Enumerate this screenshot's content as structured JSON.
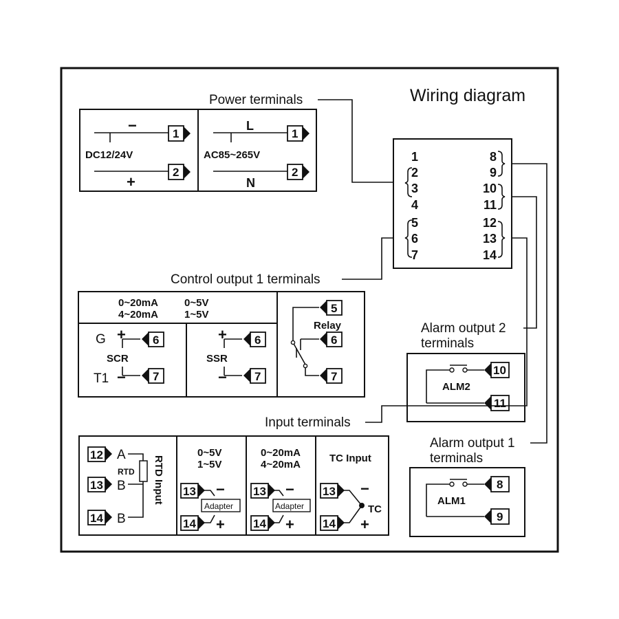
{
  "title": "Wiring diagram",
  "labels": {
    "power_terminals": "Power terminals",
    "control_output_1": "Control output 1 terminals",
    "input_terminals": "Input terminals",
    "alarm_output_2_line1": "Alarm output 2",
    "alarm_output_2_line2": "terminals",
    "alarm_output_1_line1": "Alarm output 1",
    "alarm_output_1_line2": "terminals"
  },
  "power": {
    "dc_label": "DC12/24V",
    "dc_minus": "−",
    "dc_plus": "+",
    "ac_label": "AC85~265V",
    "ac_l": "L",
    "ac_n": "N",
    "t1": "1",
    "t2": "2"
  },
  "terminal_block": {
    "left": [
      "1",
      "2",
      "3",
      "4",
      "5",
      "6",
      "7"
    ],
    "right": [
      "8",
      "9",
      "10",
      "11",
      "12",
      "13",
      "14"
    ]
  },
  "control": {
    "range_ma_1": "0~20mA",
    "range_ma_2": "4~20mA",
    "range_v_1": "0~5V",
    "range_v_2": "1~5V",
    "g": "G",
    "scr": "SCR",
    "t1": "T1",
    "ssr": "SSR",
    "relay": "Relay",
    "plus": "+",
    "minus": "−",
    "t5": "5",
    "t6": "6",
    "t7": "7"
  },
  "alarm2": {
    "name": "ALM2",
    "t_a": "10",
    "t_b": "11"
  },
  "alarm1": {
    "name": "ALM1",
    "t_a": "8",
    "t_b": "9"
  },
  "input": {
    "rtd_a": "A",
    "rtd_b1": "B",
    "rtd_b2": "B",
    "rtd": "RTD",
    "rtd_input": "RTD Input",
    "v_range_1": "0~5V",
    "v_range_2": "1~5V",
    "ma_range_1": "0~20mA",
    "ma_range_2": "4~20mA",
    "adapter": "Adapter",
    "tc_input": "TC Input",
    "tc": "TC",
    "plus": "+",
    "minus": "−",
    "t12": "12",
    "t13": "13",
    "t14": "14"
  }
}
